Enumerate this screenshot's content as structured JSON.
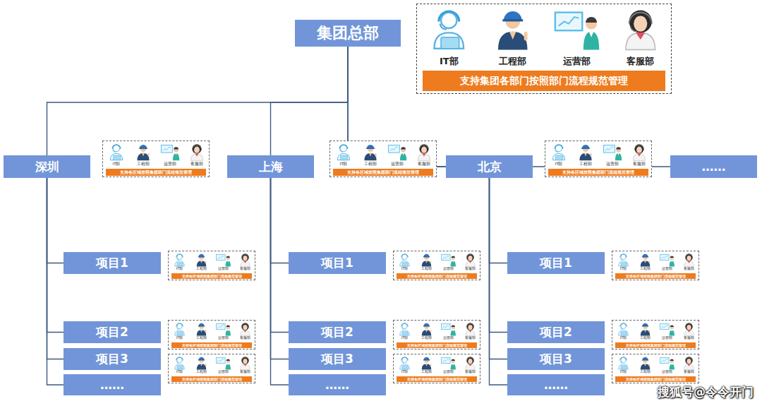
{
  "diagram": {
    "nodes": [
      {
        "text": [
          "集团总部"
        ]
      },
      {
        "text": [
          "IT部",
          "工程部",
          "运营部",
          "客服部"
        ]
      },
      {
        "text": [
          "支持集团各部门按照部门流程规范管理"
        ],
        "in": 1
      },
      {
        "text": [
          "深圳"
        ]
      },
      {
        "text": [
          "IT部",
          "工程部",
          "运营部",
          "客服部"
        ]
      },
      {
        "text": [
          "支持各区域按照集团部门流程规范管理"
        ],
        "in": 4
      },
      {
        "text": [
          "上海"
        ]
      },
      {
        "text": [
          "IT部",
          "工程部",
          "运营部",
          "客服部"
        ]
      },
      {
        "text": [
          "支持各区域按照集团部门流程规范管理"
        ],
        "in": 7
      },
      {
        "text": [
          "北京"
        ]
      },
      {
        "text": [
          "IT部",
          "工程部",
          "运营部",
          "客服部"
        ]
      },
      {
        "text": [
          "支持各区域按照集团部门流程规范管理"
        ],
        "in": 10
      },
      {
        "text": [
          "……"
        ]
      },
      {
        "text": [
          "项目1"
        ]
      },
      {
        "text": [
          "IT部",
          "工程部",
          "运营部",
          "客服部"
        ]
      },
      {
        "text": [
          "支持各区域按照集团部门流程规范管理"
        ],
        "in": 14
      },
      {
        "text": [
          "项目2"
        ]
      },
      {
        "text": [
          "IT部",
          "工程部",
          "运营部",
          "客服部"
        ]
      },
      {
        "text": [
          "支持各区域按照集团部门流程规范管理"
        ],
        "in": 17
      },
      {
        "text": [
          "项目3"
        ]
      },
      {
        "text": [
          "IT部",
          "工程部",
          "运营部",
          "客服部"
        ]
      },
      {
        "text": [
          "支持各区域按照集团部门流程规范管理"
        ],
        "in": 20
      },
      {
        "text": [
          "……"
        ]
      },
      {
        "text": [
          "项目1"
        ]
      },
      {
        "text": [
          "IT部",
          "工程部",
          "运营部",
          "客服部"
        ]
      },
      {
        "text": [
          "支持各区域按照集团部门流程规范管理"
        ],
        "in": 24
      },
      {
        "text": [
          "项目2"
        ]
      },
      {
        "text": [
          "IT部",
          "工程部",
          "运营部",
          "客服部"
        ]
      },
      {
        "text": [
          "支持各区域按照集团部门流程规范管理"
        ],
        "in": 27
      },
      {
        "text": [
          "项目3"
        ]
      },
      {
        "text": [
          "IT部",
          "工程部",
          "运营部",
          "客服部"
        ]
      },
      {
        "text": [
          "支持各区域按照集团部门流程规范管理"
        ],
        "in": 30
      },
      {
        "text": [
          "……"
        ]
      },
      {
        "text": [
          "项目1"
        ]
      },
      {
        "text": [
          "IT部",
          "工程部",
          "运营部",
          "客服部"
        ]
      },
      {
        "text": [
          "支持各区域按照集团部门流程规范管理"
        ],
        "in": 34
      },
      {
        "text": [
          "项目2"
        ]
      },
      {
        "text": [
          "IT部",
          "工程部",
          "运营部",
          "客服部"
        ]
      },
      {
        "text": [
          "支持各区域按照集团部门流程规范管理"
        ],
        "in": 37
      },
      {
        "text": [
          "项目3"
        ]
      },
      {
        "text": [
          "IT部",
          "工程部",
          "运营部",
          "客服部"
        ]
      },
      {
        "text": [
          "支持各区域按照集团部门流程规范管理"
        ],
        "in": 40
      },
      {
        "text": [
          "……"
        ]
      }
    ],
    "edges": [
      {
        "from": 0,
        "to": 3,
        "arrow": "none"
      },
      {
        "from": 0,
        "to": 6,
        "arrow": "none"
      },
      {
        "from": 0,
        "to": 9,
        "arrow": "none"
      },
      {
        "from": 0,
        "to": 12,
        "arrow": "none"
      },
      {
        "from": 3,
        "to": 13,
        "arrow": "none"
      },
      {
        "from": 3,
        "to": 16,
        "arrow": "none"
      },
      {
        "from": 3,
        "to": 19,
        "arrow": "none"
      },
      {
        "from": 3,
        "to": 22,
        "arrow": "none"
      },
      {
        "from": 6,
        "to": 23,
        "arrow": "none"
      },
      {
        "from": 6,
        "to": 26,
        "arrow": "none"
      },
      {
        "from": 6,
        "to": 29,
        "arrow": "none"
      },
      {
        "from": 6,
        "to": 32,
        "arrow": "none"
      },
      {
        "from": 9,
        "to": 33,
        "arrow": "none"
      },
      {
        "from": 9,
        "to": 36,
        "arrow": "none"
      },
      {
        "from": 9,
        "to": 39,
        "arrow": "none"
      },
      {
        "from": 9,
        "to": 42,
        "arrow": "none"
      }
    ],
    "labels": [
      "搜狐号@令令开门"
    ]
  }
}
